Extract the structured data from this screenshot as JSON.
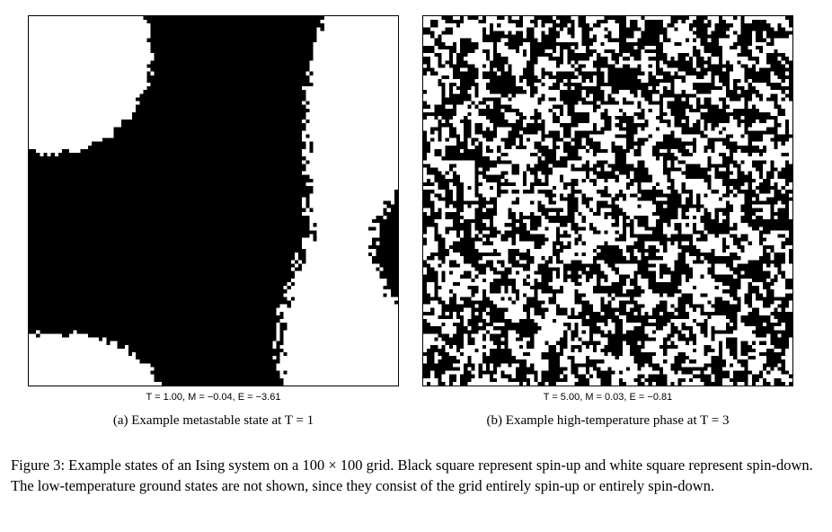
{
  "figure": {
    "panels": [
      {
        "id": "a",
        "stats": "T = 1.00, M = −0.04, E = −3.61",
        "subcaption": "(a) Example metastable state at T = 1"
      },
      {
        "id": "b",
        "stats": "T = 5.00, M = 0.03, E = −0.81",
        "subcaption": "(b) Example high-temperature phase at T = 3"
      }
    ],
    "caption": "Figure 3: Example states of an Ising system on a 100 × 100 grid. Black square represent spin-up and white square represent spin-down. The low-temperature ground states are not shown, since they consist of the grid entirely spin-up or entirely spin-down.",
    "colors": {
      "spin_up": "#000000",
      "spin_down": "#ffffff"
    }
  }
}
